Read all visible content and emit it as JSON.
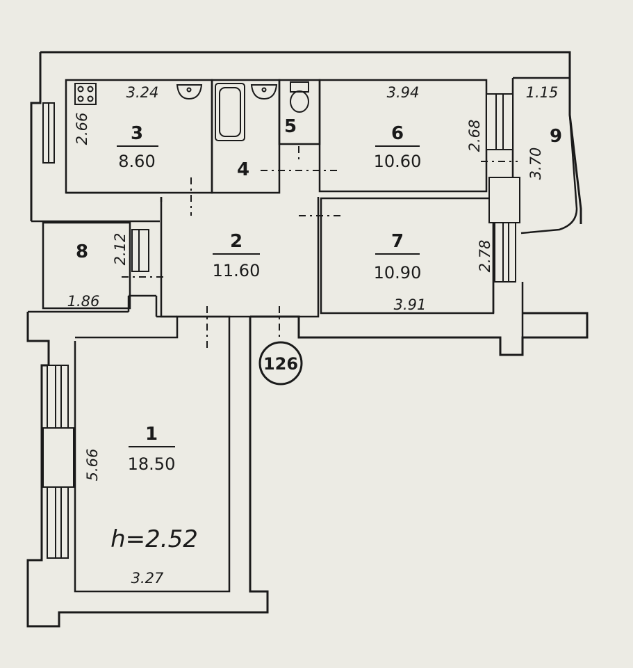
{
  "rooms": [
    {
      "number": "1",
      "area": "18.50"
    },
    {
      "number": "2",
      "area": "11.60"
    },
    {
      "number": "3",
      "area": "8.60"
    },
    {
      "number": "4"
    },
    {
      "number": "5"
    },
    {
      "number": "6",
      "area": "10.60"
    },
    {
      "number": "7",
      "area": "10.90"
    },
    {
      "number": "8"
    },
    {
      "number": "9"
    }
  ],
  "dimensions": {
    "r3_width": "3.24",
    "r3_depth": "2.66",
    "r6_width": "3.94",
    "r6_depth": "2.68",
    "r9_width": "1.15",
    "r9_depth": "3.70",
    "r8_depth": "2.12",
    "r8_width": "1.86",
    "r7_depth": "2.78",
    "r7_width": "3.91",
    "r1_depth": "5.66",
    "r1_width": "3.27"
  },
  "ceiling_height": "h=2.52",
  "apartment_number": "126",
  "colors": {
    "ink": "#1a1a1a",
    "paper": "#ecebe4",
    "wall": "#ecebe4"
  }
}
